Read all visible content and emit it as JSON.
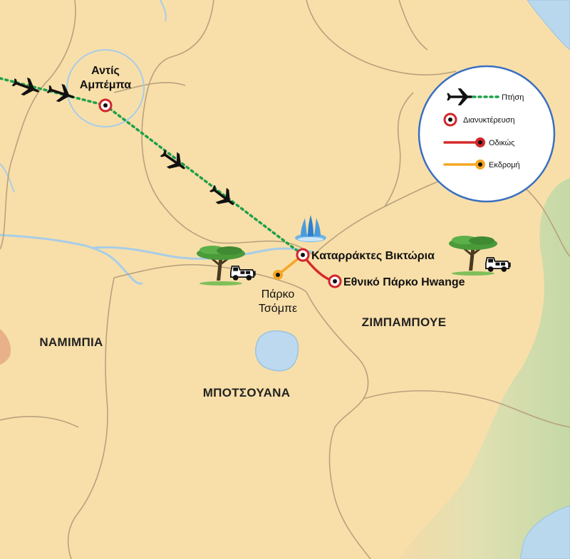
{
  "map": {
    "countries": {
      "namibia": "ΝΑΜΙΜΠΙΑ",
      "botswana": "ΜΠΟΤΣΟΥΑΝΑ",
      "zimbabwe": "ΖΙΜΠΑΜΠΟΥΕ"
    },
    "places": {
      "addis_line1": "Αντίς",
      "addis_line2": "Αμπέμπα",
      "victoria_falls": "Καταρράκτες Βικτώρια",
      "hwange": "Εθνικό Πάρκο Hwange",
      "chobe_line1": "Πάρκο",
      "chobe_line2": "Τσόμπε"
    },
    "legend": {
      "flight": "Πτήση",
      "overnight": "Διανυκτέρευση",
      "road": "Οδικώς",
      "excursion": "Εκδρομή"
    },
    "icons": [
      "airplane-icon",
      "waterfall-icon",
      "acacia-tree-icon",
      "jeep-icon",
      "overnight-marker-icon"
    ],
    "colors": {
      "land": "#f8dfa9",
      "border": "#b8a17e",
      "water": "#b9d8ee",
      "green_region": "#cfe0b0",
      "flight_route": "#1fa04a",
      "road_route": "#d62a2a",
      "excursion_route": "#f5a623",
      "marker_red": "#d1262a",
      "legend_border": "#3a6fc1"
    }
  }
}
